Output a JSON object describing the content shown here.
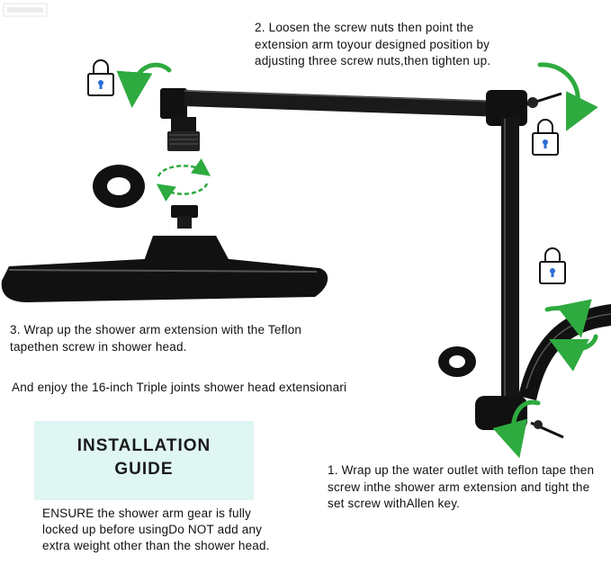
{
  "steps": {
    "step2": "2. Loosen the screw nuts then point the extension arm toyour designed position by adjusting three screw nuts,then tighten up.",
    "step3": "3. Wrap up the shower arm extension with the Teflon tapethen screw in shower head.",
    "enjoy": "And enjoy the 16-inch Triple joints shower head extensionari",
    "step1": "1. Wrap up the water outlet with teflon tape then screw inthe shower arm extension and tight the set screw withAllen key."
  },
  "guide": {
    "title_line1": "INSTALLATION",
    "title_line2": "GUIDE",
    "note": "ENSURE the shower arm gear is fully locked up before usingDo NOT add any extra weight other than the shower head."
  },
  "colors": {
    "arrow_green": "#2eaa3f",
    "metal_black": "#111111",
    "lock_blue": "#2b6fd6",
    "guide_bg": "#dff6f3"
  },
  "icons": [
    "lock-icon",
    "rotate-arrow-icon",
    "rubber-washer-icon"
  ]
}
